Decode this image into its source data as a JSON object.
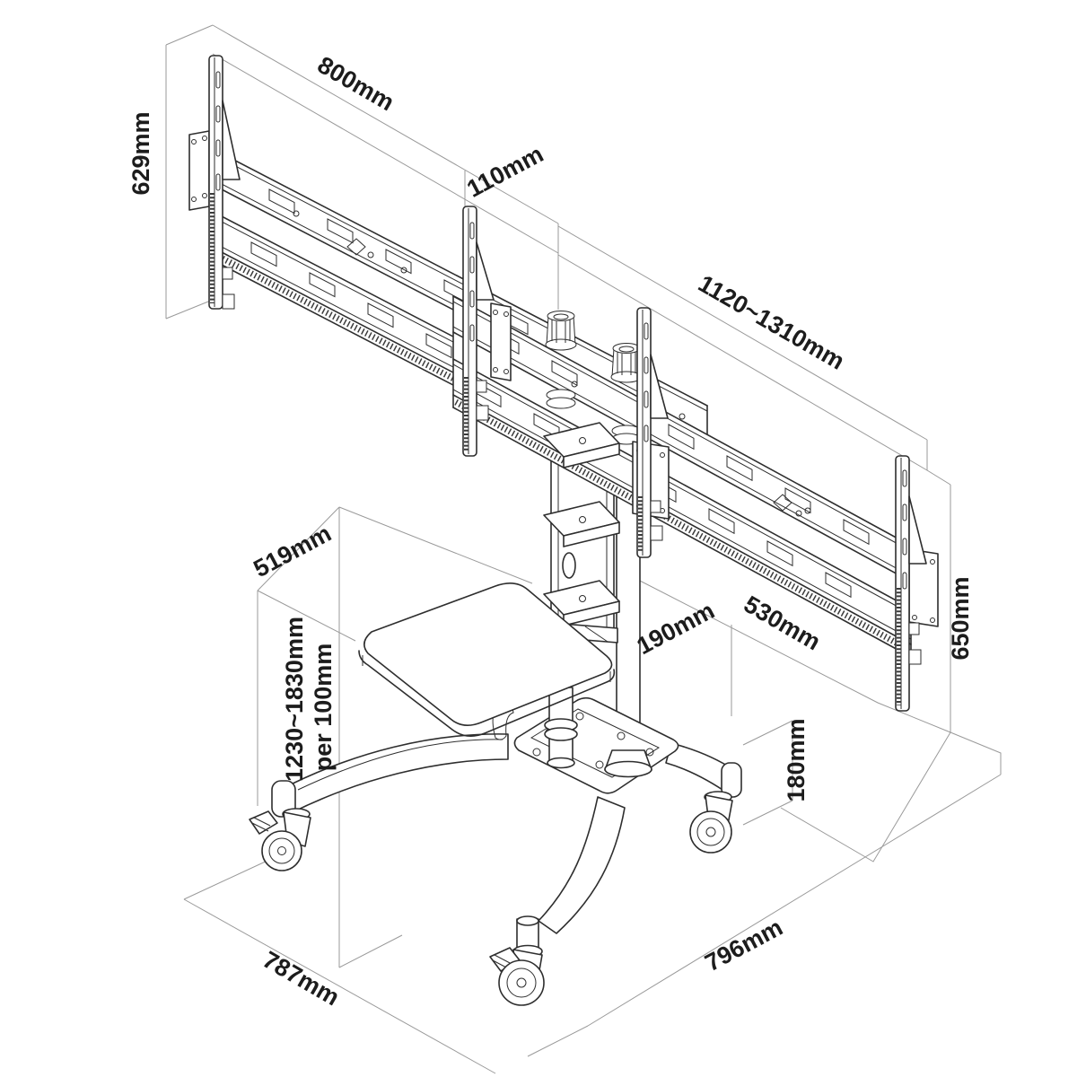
{
  "diagram": {
    "type": "isometric-technical-drawing",
    "subject": "mobile TV floor stand with dual mounting rails, shelf and casters",
    "unit": "mm",
    "background_color": "#ffffff",
    "line_color": "#2e2e2e",
    "construction_line_color": "#9a9a9a",
    "text_color": "#1c1c1c"
  },
  "dims": {
    "bracket_width": "800mm",
    "bracket_height_left": "629mm",
    "bracket_offset": "110mm",
    "rail_span": "1120~1310mm",
    "shelf_depth": "519mm",
    "height_range_line1": "1230~1830mm",
    "height_range_line2": "per 100mm",
    "column_offset": "190mm",
    "base_side": "530mm",
    "bracket_height_right": "650mm",
    "caster_height": "180mm",
    "base_depth": "787mm",
    "base_width": "796mm"
  }
}
